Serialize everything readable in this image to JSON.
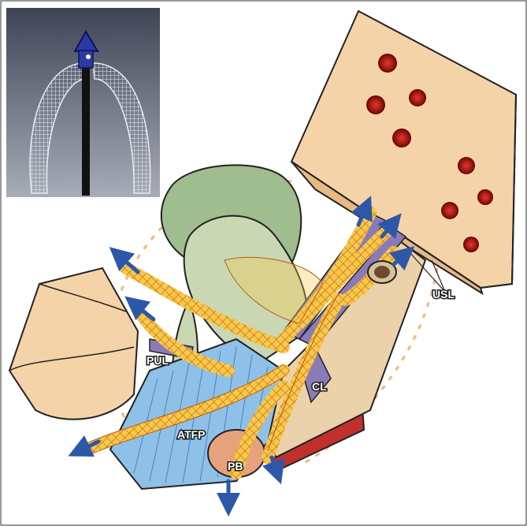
{
  "figure": {
    "labels": {
      "pul": "PUL",
      "usl": "USL",
      "cl": "CL",
      "atfp": "ATFP",
      "pb": "PB"
    },
    "colors": {
      "bone": "#f5d3a8",
      "bone_side": "#e7b985",
      "uterus": "#9fbd8e",
      "vagina": "#c9d8b3",
      "muscle": "#8fc1e8",
      "mesh": "#f6c94a",
      "arrow": "#2d57a8",
      "ligament": "#8a7bb8",
      "perineal_body": "#e6a27d",
      "inset_bg": "#4a4f61"
    }
  }
}
